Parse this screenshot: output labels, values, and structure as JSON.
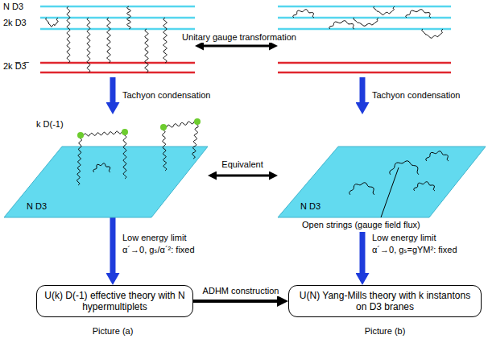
{
  "diagram": {
    "nodes": [
      {
        "text": [
          "N D3",
          "2k D3",
          "2k D̅3̅"
        ]
      },
      {
        "text": []
      },
      {
        "text": [
          "k D(-1)",
          "N D3"
        ]
      },
      {
        "text": [
          "N D3",
          "Open strings (gauge field flux)"
        ]
      },
      {
        "text": [
          "U(k) D(-1) effective theory with N hypermultiplets"
        ]
      },
      {
        "text": [
          "U(N) Yang-Mills theory with k instantons on D3 branes"
        ]
      }
    ],
    "edges": [
      {
        "from": 0,
        "to": 1,
        "arrow": "both",
        "label": "Unitary gauge transformation"
      },
      {
        "from": 0,
        "to": 2,
        "arrow": "to",
        "label": "Tachyon condensation"
      },
      {
        "from": 1,
        "to": 3,
        "arrow": "to",
        "label": "Tachyon condensation"
      },
      {
        "from": 2,
        "to": 3,
        "arrow": "both",
        "label": "Equivalent"
      },
      {
        "from": 2,
        "to": 4,
        "arrow": "to",
        "label": "Low energy limit"
      },
      {
        "from": 3,
        "to": 5,
        "arrow": "to",
        "label": "Low energy limit"
      },
      {
        "from": 4,
        "to": 5,
        "arrow": "to",
        "label": "ADHM construction"
      }
    ],
    "labels": [
      "α´→0, gₛ/α´²: fixed",
      "α´→0, gₛ=gYM²: fixed",
      "Picture (a)",
      "Picture (b)"
    ]
  }
}
